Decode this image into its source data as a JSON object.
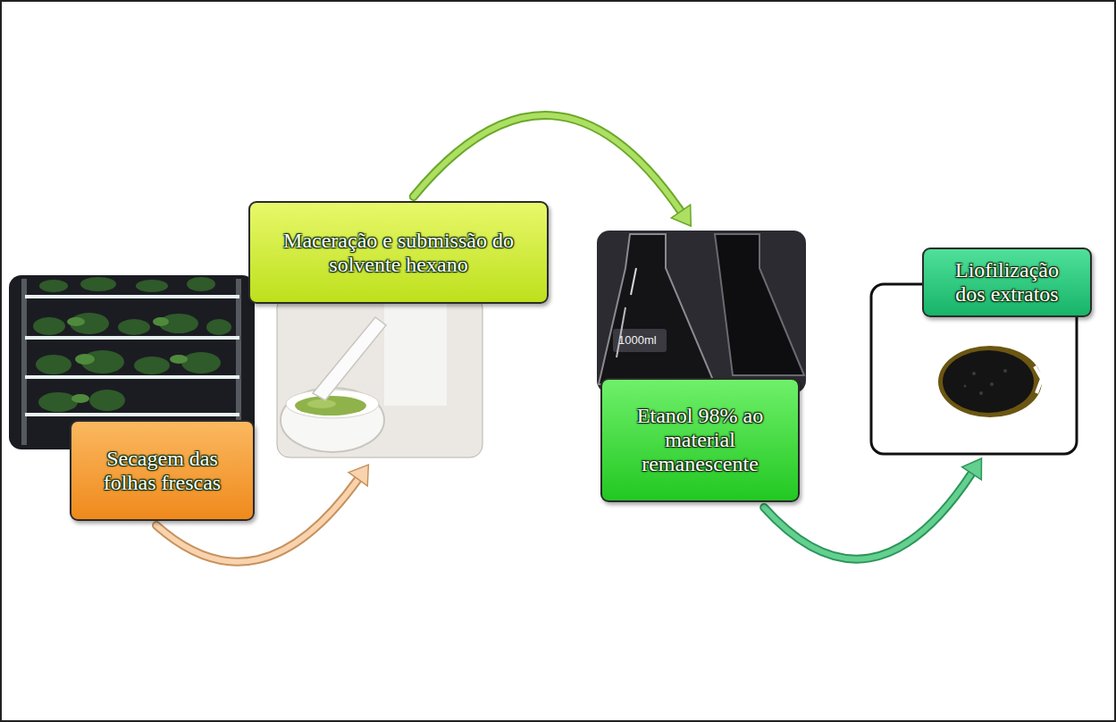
{
  "diagram": {
    "nodes": [
      {
        "text": [
          "Secagem das folhas frescas"
        ]
      },
      {
        "text": [
          "Maceração e submissão do solvente hexano"
        ]
      },
      {
        "text": [
          "Etanol 98% ao material remanescente"
        ]
      },
      {
        "text": [
          "Liofilização dos extratos"
        ]
      }
    ],
    "edges": [
      {
        "from": 0,
        "to": 1,
        "arrow": "to"
      },
      {
        "from": 1,
        "to": 2,
        "arrow": "to"
      },
      {
        "from": 2,
        "to": 3,
        "arrow": "to"
      }
    ],
    "labels": [
      "1000ml"
    ]
  }
}
